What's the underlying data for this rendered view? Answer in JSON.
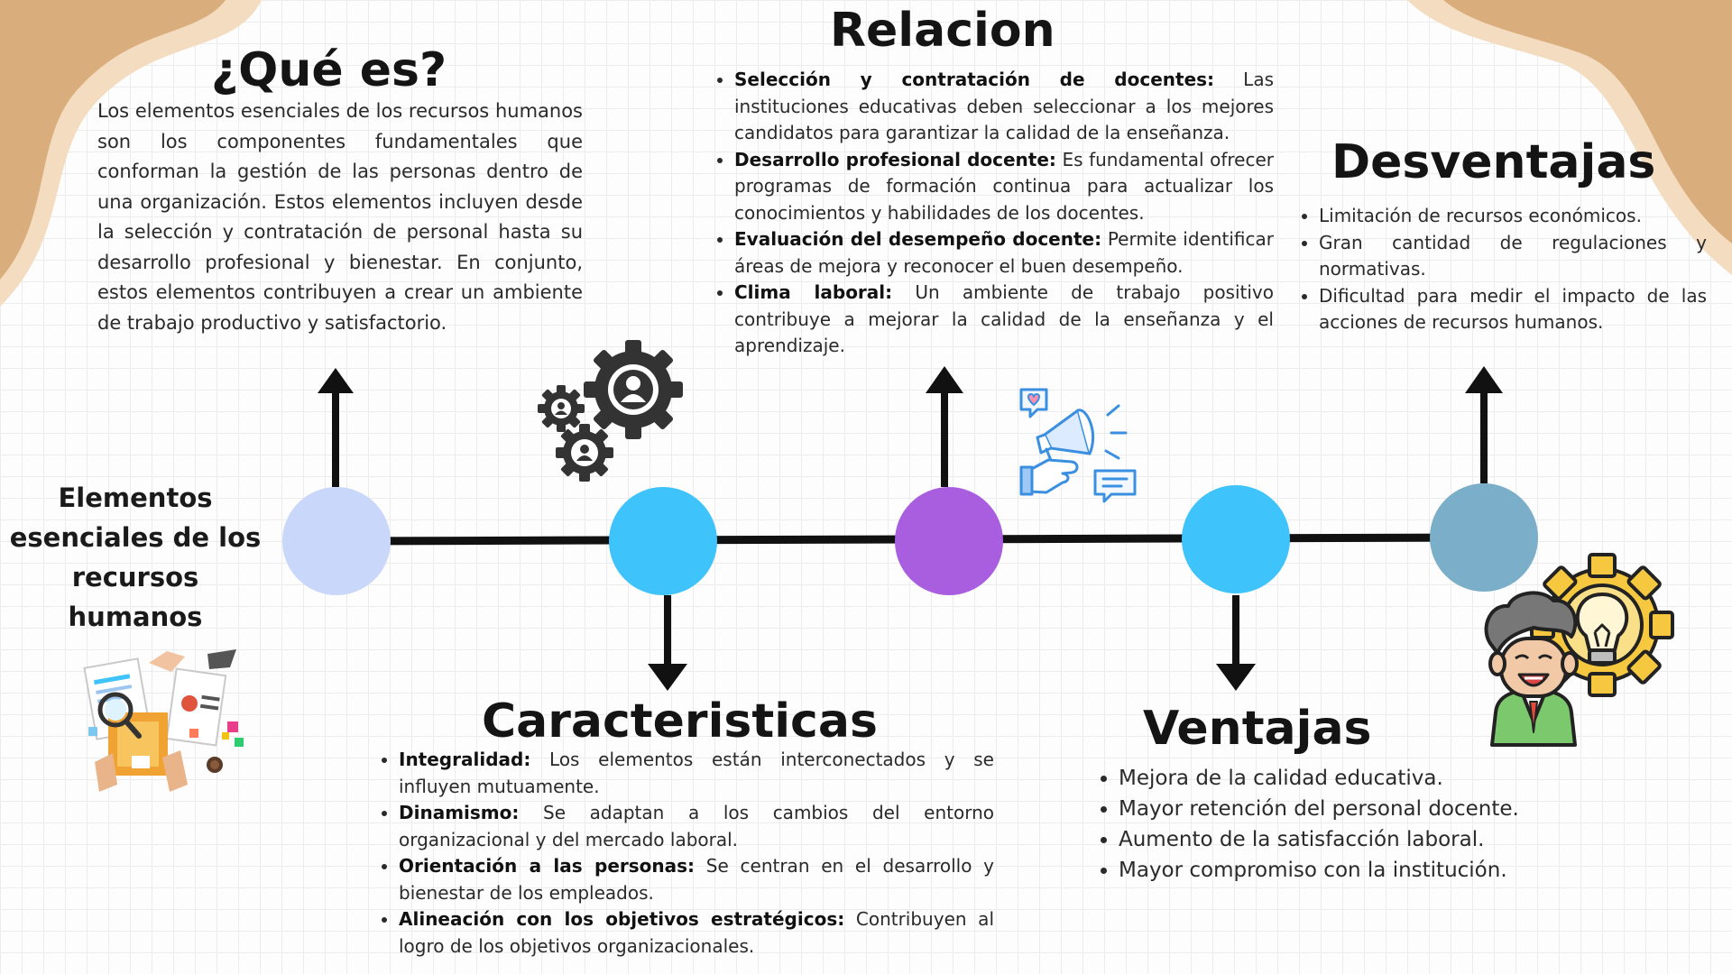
{
  "title": "Elementos esenciales de los recursos humanos",
  "que_es": {
    "heading": "¿Qué es?",
    "text": "Los elementos esenciales de los recursos humanos son los componentes fundamentales que conforman la gestión de las personas dentro de una organización. Estos elementos incluyen desde la selección y contratación de personal hasta su desarrollo profesional y bienestar. En conjunto, estos elementos contribuyen a crear un ambiente de trabajo productivo y satisfactorio."
  },
  "relacion": {
    "heading": "Relacion",
    "items": [
      {
        "term": "Selección y contratación de docentes:",
        "text": " Las instituciones educativas deben seleccionar a los mejores candidatos para garantizar la calidad de la enseñanza."
      },
      {
        "term": "Desarrollo profesional docente:",
        "text": " Es fundamental ofrecer programas de formación continua para actualizar los conocimientos y habilidades de los docentes."
      },
      {
        "term": "Evaluación del desempeño docente:",
        "text": " Permite identificar áreas de mejora y reconocer el buen desempeño."
      },
      {
        "term": "Clima laboral:",
        "text": " Un ambiente de trabajo positivo contribuye a mejorar la calidad de la enseñanza y el aprendizaje."
      }
    ]
  },
  "desventajas": {
    "heading": "Desventajas",
    "items": [
      "Limitación de recursos económicos.",
      "Gran cantidad de regulaciones y normativas.",
      "Dificultad para medir el impacto de las acciones de recursos humanos."
    ]
  },
  "caracteristicas": {
    "heading": "Caracteristicas",
    "items": [
      {
        "term": "Integralidad:",
        "text": " Los elementos están interconectados y se influyen mutuamente."
      },
      {
        "term": "Dinamismo:",
        "text": " Se adaptan a los cambios del entorno organizacional y del mercado laboral."
      },
      {
        "term": "Orientación a las personas:",
        "text": " Se centran en el desarrollo y bienestar de los empleados."
      },
      {
        "term": "Alineación con los objetivos estratégicos:",
        "text": " Contribuyen al logro de los objetivos organizacionales."
      }
    ]
  },
  "ventajas": {
    "heading": "Ventajas",
    "items": [
      "Mejora de la calidad educativa.",
      "Mayor retención del personal docente.",
      "Aumento de la satisfacción laboral.",
      "Mayor compromiso con la institución."
    ]
  },
  "colors": {
    "node_1": "#c9d8fa",
    "node_2": "#3ec3fa",
    "node_3": "#a95ee0",
    "node_4": "#3ec3fa",
    "node_5": "#7aaec9",
    "timeline": "#111111",
    "corner_blob": "#d9ad7c",
    "corner_blob_edge": "#f4dcc0"
  },
  "icons": {
    "gears": "gears-people-icon",
    "megaphone": "megaphone-icon",
    "hr_collage": "hr-documents-illustration",
    "idea_person": "idea-person-icon"
  }
}
